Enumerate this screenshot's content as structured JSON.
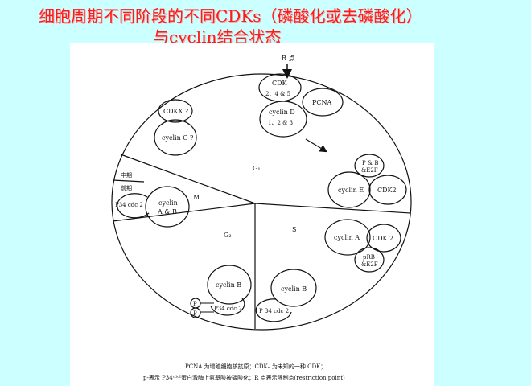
{
  "title": {
    "line1": "细胞周期不同阶段的不同CDKs（磷酸化或去磷酸化）",
    "line2": "与cyclin结合状态"
  },
  "diagram": {
    "r_point": "R 点",
    "phases": {
      "g1": "G₁",
      "m": "M",
      "g2": "G₂",
      "s": "S",
      "metaphase": "中期",
      "prophase": "前期"
    },
    "complexes": {
      "cdk_245_a": "CDK",
      "cdk_245_b": "2、4 & 5",
      "pcna": "PCNA",
      "cyclin_d_a": "cyclin  D",
      "cyclin_d_b": "1、2 & 3",
      "cdkx": "CDKX ?",
      "cyclin_c": "cyclin  C ?",
      "pb_e2f_a": "P & B",
      "pb_e2f_b": "&E2F",
      "cyclin_e": "cyclin  E",
      "cdk2_g1": "CDK2",
      "cyclin_a": "cyclin  A",
      "cdk2_s": "CDK 2",
      "prb_a": "pRB",
      "prb_b": "&E2F",
      "cyclin_ab_a": "cyclin",
      "cyclin_ab_b": "A & B",
      "p34_m": "P34 cdc 2",
      "cyclin_b_g2": "cyclin  B",
      "p34_g2": "P34  cdc 2",
      "p1": "P",
      "p2": "P",
      "cyclin_b_s": "cyclin  B",
      "p34_s": "P 34  cdc 2"
    },
    "footnote1": "PCNA 为增殖细胞核抗原；CDKₓ 为未知的一种 CDK；",
    "footnote2": "p-表示 P34ᶜᵈᶜ²蛋白激酶上氨基酸被磷酸化；R 点表示限制点(restriction point)"
  }
}
